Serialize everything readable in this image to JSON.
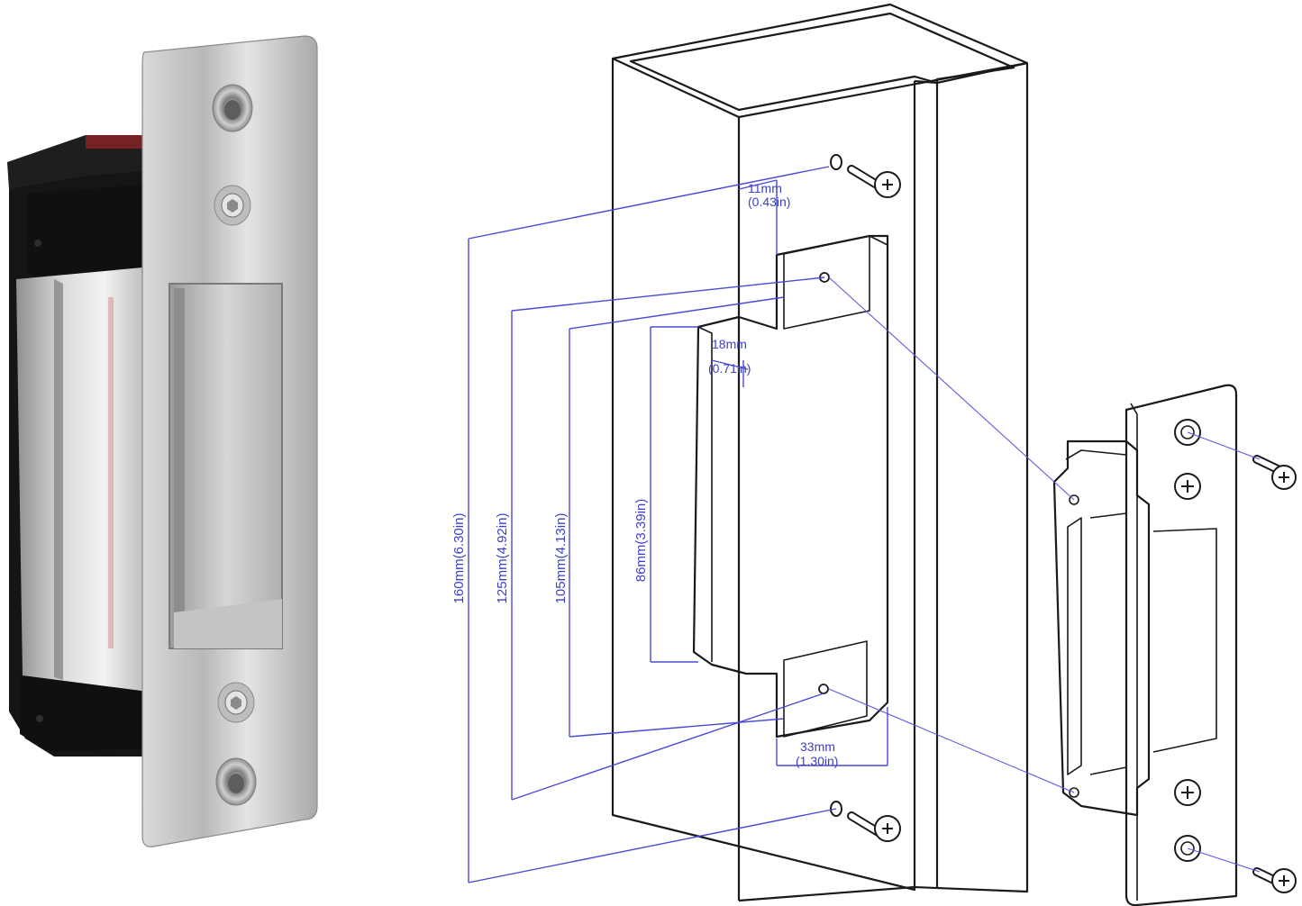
{
  "dimensions": {
    "overall_height": "160mm(6.30in)",
    "screw_span": "125mm(4.92in)",
    "mortise_height": "105mm(4.13in)",
    "opening_height": "86mm(3.39in)",
    "top_offset_mm": "11mm",
    "top_offset_in": "(0.43in)",
    "depth_mm": "18mm",
    "depth_in": "(0.71in)",
    "width_mm": "33mm",
    "width_in": "(1.30in)"
  },
  "colors": {
    "dimension": "#3b3fc8",
    "outline": "#1a1a1a",
    "steel": "#c9c9c9",
    "housing": "#151515",
    "accent_red": "#c0262a"
  },
  "icons": [
    "phillips-screw-icon",
    "hex-screw-icon"
  ]
}
